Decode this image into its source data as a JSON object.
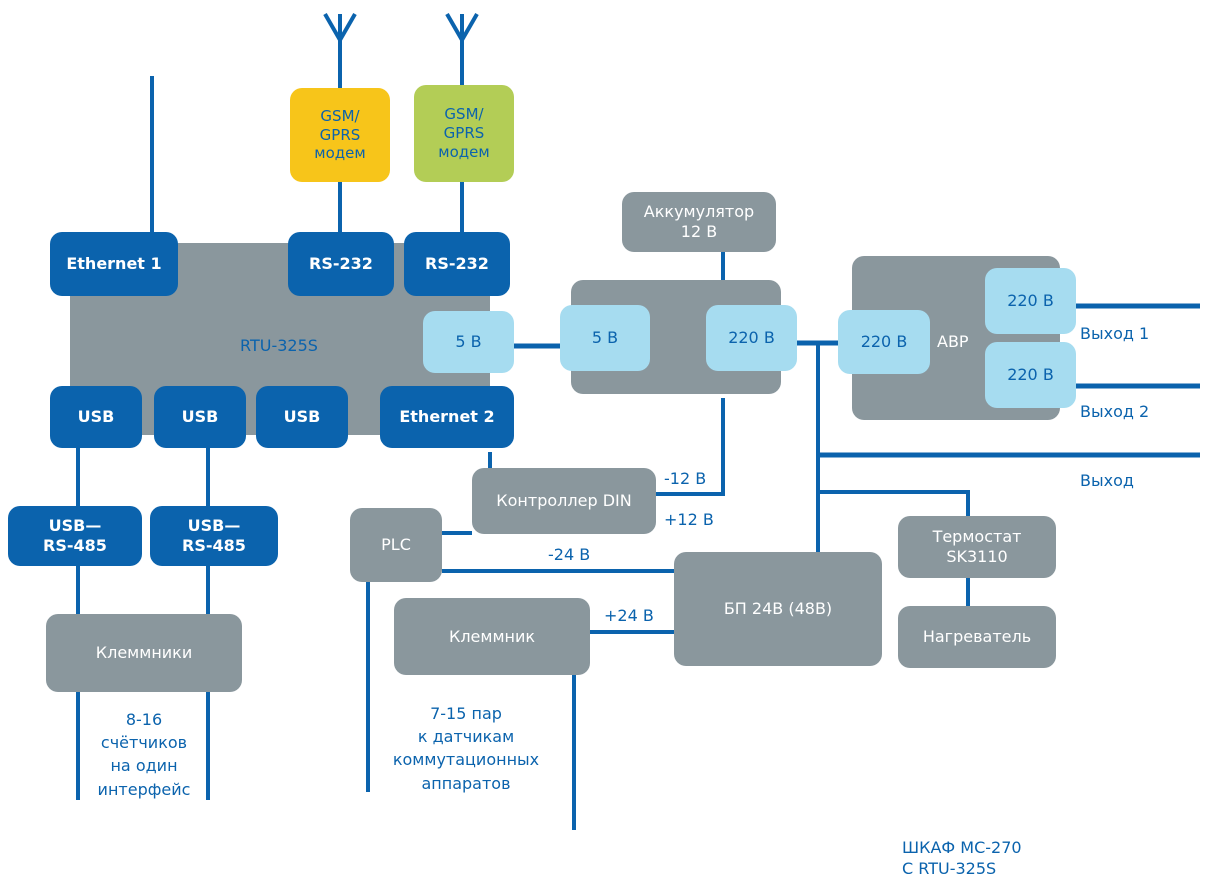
{
  "modem_yellow": {
    "label": "GSM/\nGPRS\nмодем"
  },
  "modem_green": {
    "label": "GSM/\nGPRS\nмодем"
  },
  "rtu": {
    "label": "RTU-325S",
    "ethernet1": "Ethernet 1",
    "rs232_a": "RS-232",
    "rs232_b": "RS-232",
    "port_5v": "5 В",
    "usb1": "USB",
    "usb2": "USB",
    "usb3": "USB",
    "ethernet2": "Ethernet 2"
  },
  "converters": {
    "a": "USB—\nRS-485",
    "b": "USB—\nRS-485"
  },
  "terminals": {
    "label": "Клеммники"
  },
  "meters_note": "8-16\nсчётчиков\nна один\nинтерфейс",
  "battery": {
    "label": "Аккумулятор\n12 В"
  },
  "psu": {
    "in_5v": "5 В",
    "out_220v": "220 В"
  },
  "avr": {
    "label": "АВР",
    "in_220v": "220 В",
    "out1_220v": "220 В",
    "out2_220v": "220 В"
  },
  "outputs": {
    "out1": "Выход 1",
    "out2": "Выход 2",
    "out": "Выход"
  },
  "controller": {
    "label": "Контроллер DIN"
  },
  "plc": {
    "label": "PLC"
  },
  "voltages": {
    "minus12": "-12 В",
    "plus12": "+12 В",
    "minus24": "-24 В",
    "plus24": "+24 В"
  },
  "thermostat": {
    "label": "Термостат\nSK3110"
  },
  "heater": {
    "label": "Нагреватель"
  },
  "bp": {
    "label": "БП 24В (48В)"
  },
  "terminal": {
    "label": "Клеммник"
  },
  "pairs_note": "7-15 пар\nк датчикам\nкоммутационных\nаппаратов",
  "cabinet_title": "ШКАФ МС-270\nС RTU-325S",
  "colors": {
    "wire": "#0b63ad",
    "gray_block": "#8a979d",
    "port_dark": "#0b63ad",
    "port_light": "#a6dcf0",
    "modem_yellow": "#f7c51a",
    "modem_green": "#b3cd56"
  }
}
